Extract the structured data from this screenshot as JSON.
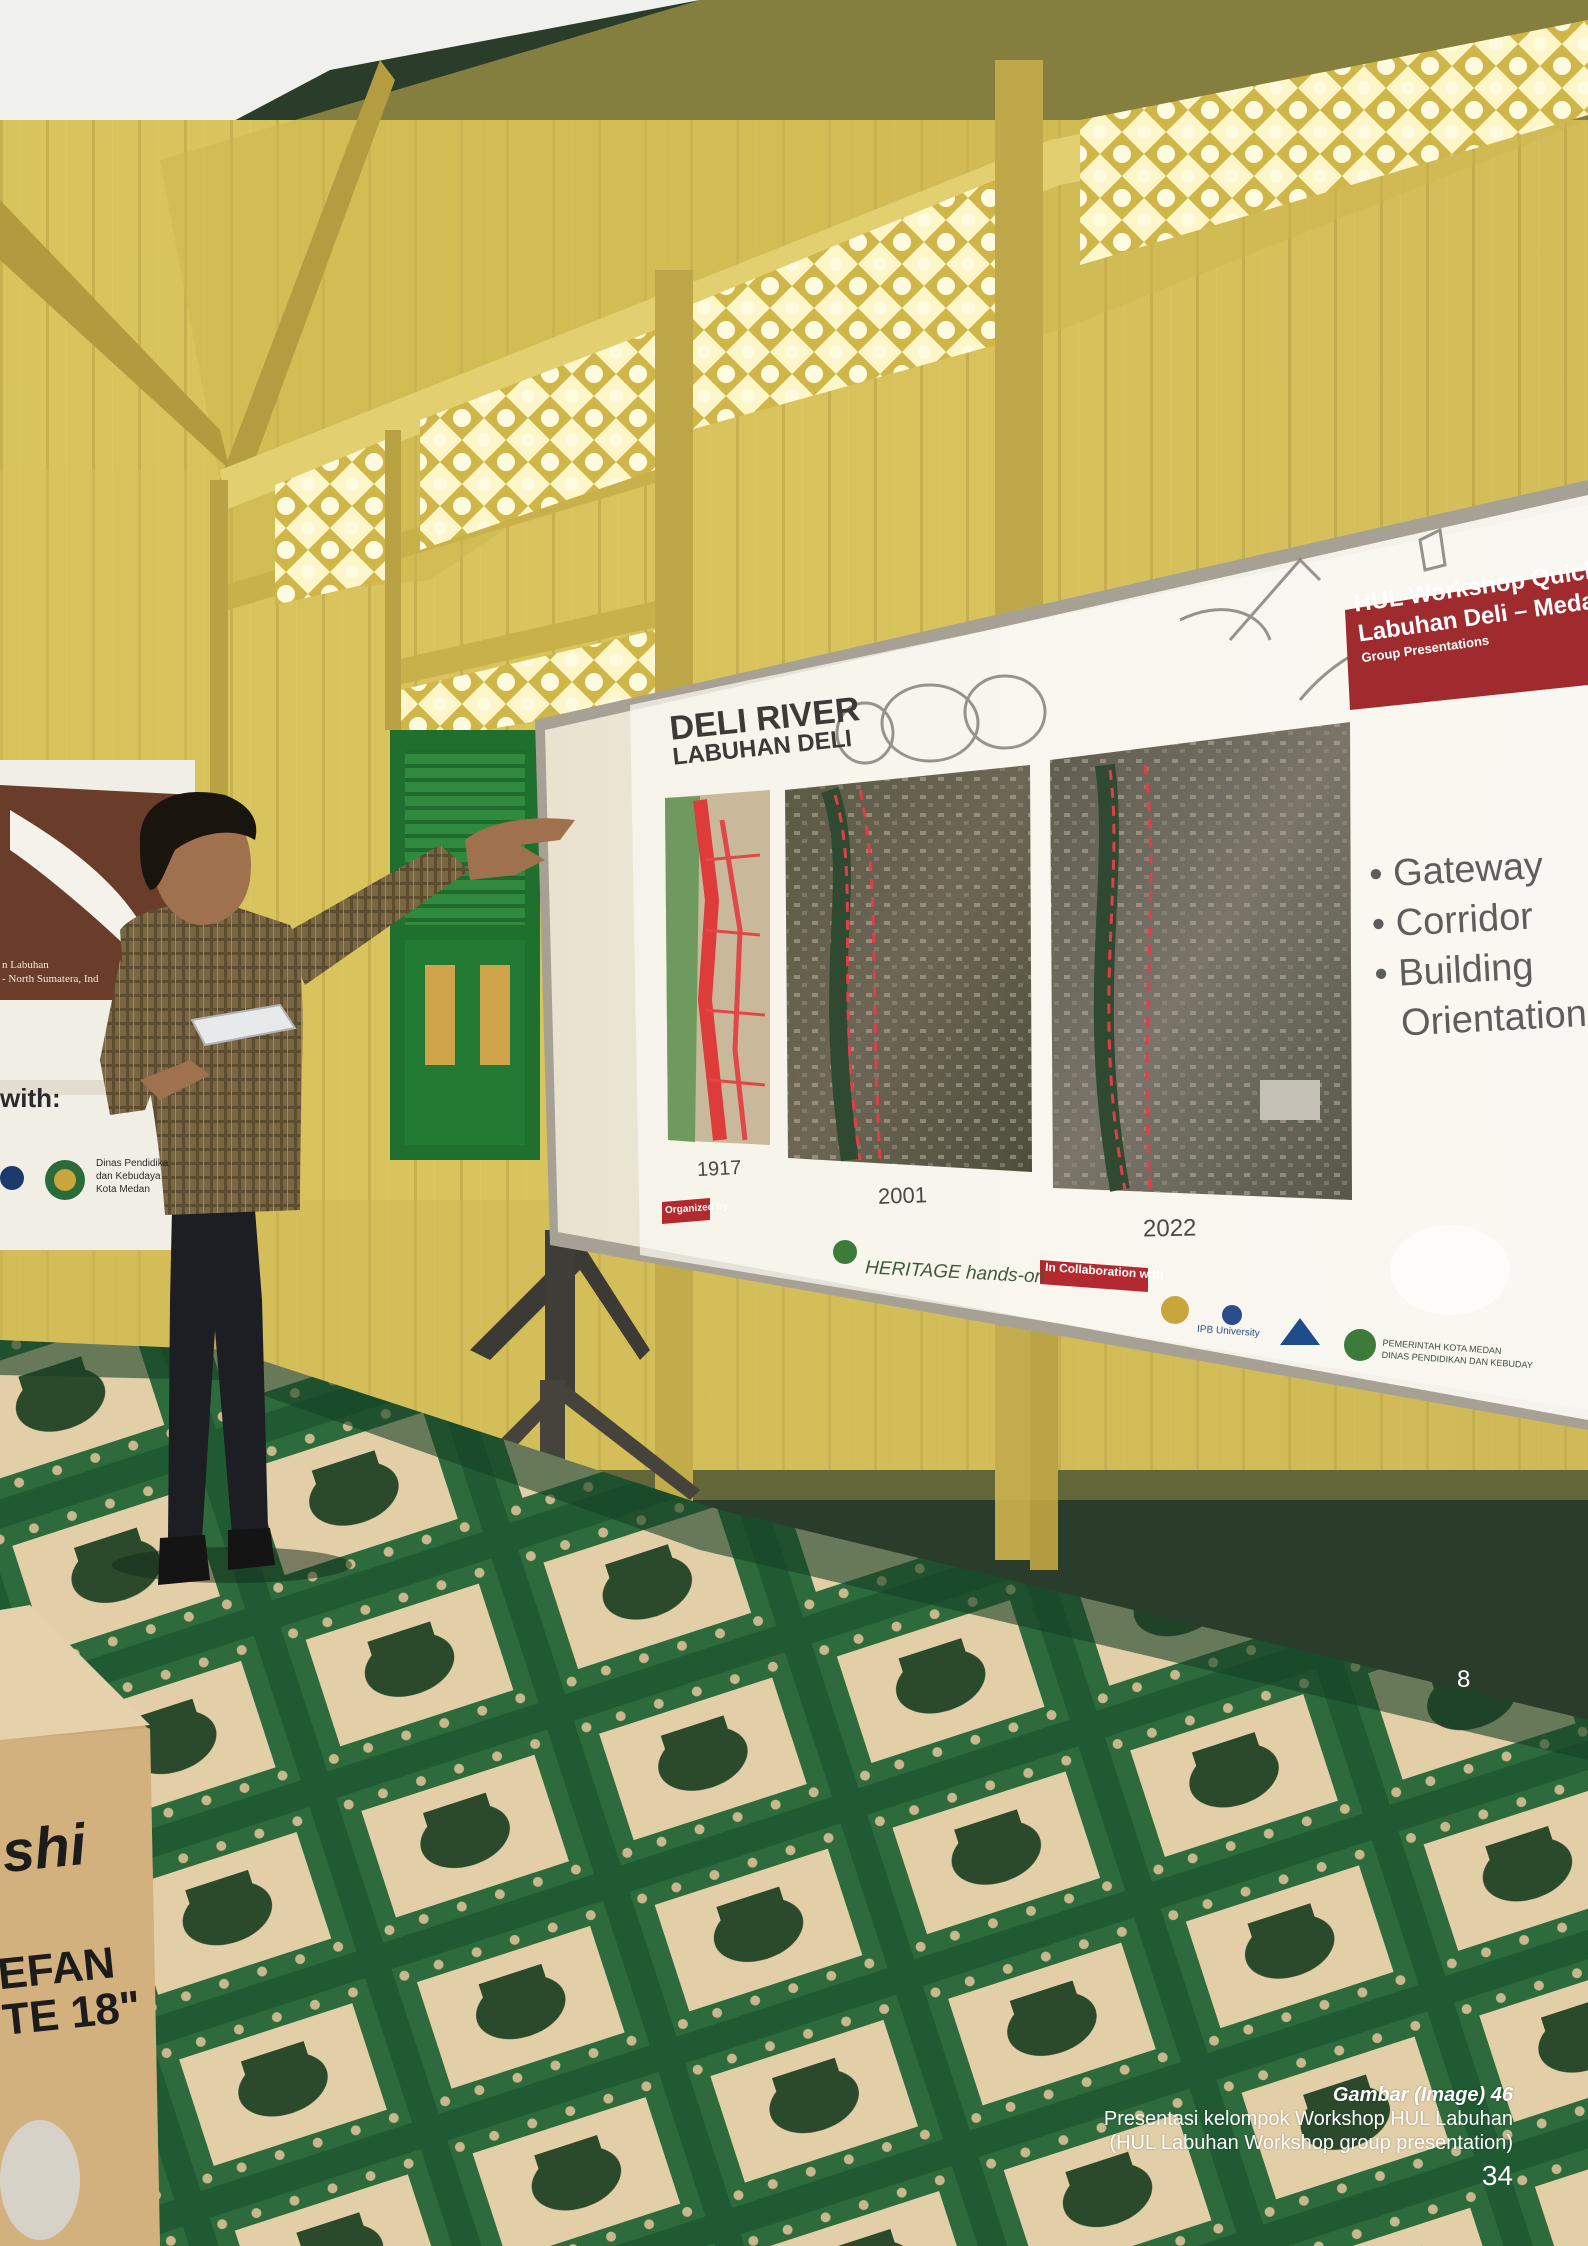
{
  "slide": {
    "title_line1": "DELI RIVER",
    "title_line2": "LABUHAN DELI",
    "header_line1": "HUL Workshop Quick Sc",
    "header_line2": "Labuhan Deli – Medan,",
    "header_line3": "Group Presentations",
    "bullets": [
      "• Gateway",
      "• Corridor",
      "• Building",
      "Orientation"
    ],
    "years": [
      "1917",
      "2001",
      "2022"
    ],
    "organized_by": "Organized by",
    "heritage_logo": "HERITAGE hands-on",
    "collaboration": "In Collaboration with",
    "ipb_logo": "IPB University",
    "pemerintah_line1": "PEMERINTAH KOTA MEDAN",
    "pemerintah_line2": "DINAS PENDIDIKAN DAN KEBUDAY"
  },
  "poster": {
    "label1": "n Labuhan",
    "label2": "- North Sumatera, Ind",
    "with_label": "with:",
    "dinas_line1": "Dinas Pendidika",
    "dinas_line2": "dan Kebudaya",
    "dinas_line3": "Kota Medan"
  },
  "box": {
    "brand": "shi",
    "line1": "EFAN",
    "line2": "TE 18\""
  },
  "page": {
    "slide_number": "8",
    "caption_title": "Gambar (Image) 46",
    "caption_line1": "Presentasi kelompok Workshop HUL Labuhan",
    "caption_line2": "(HUL Labuhan Workshop group presentation)",
    "page_number": "34"
  }
}
